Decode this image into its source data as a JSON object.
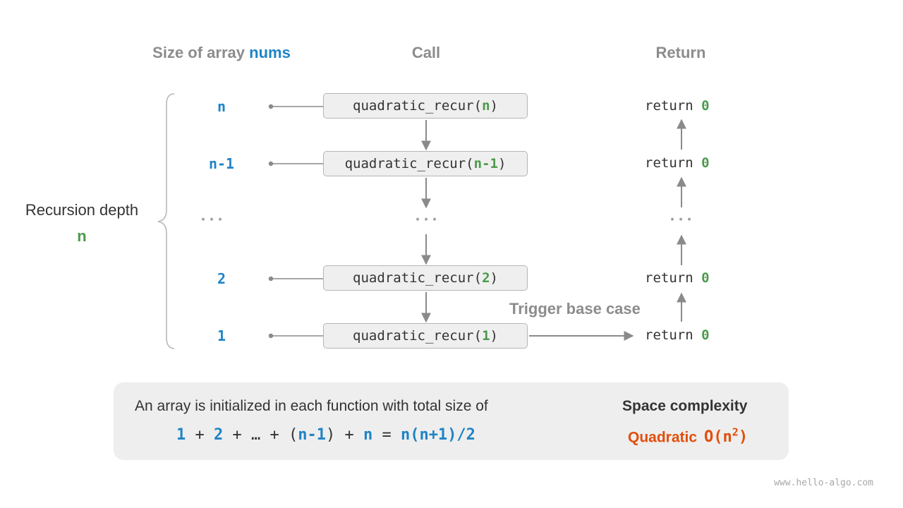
{
  "headers": {
    "size_prefix": "Size of array",
    "size_var": "nums",
    "call": "Call",
    "return": "Return"
  },
  "depth": {
    "label": "Recursion depth",
    "value": "n"
  },
  "rows": [
    {
      "size": "n",
      "call_fn": "quadratic_recur(",
      "call_arg": "n",
      "call_close": ")",
      "ret_kw": "return",
      "ret_val": "0"
    },
    {
      "size": "n-1",
      "call_fn": "quadratic_recur(",
      "call_arg": "n-1",
      "call_close": ")",
      "ret_kw": "return",
      "ret_val": "0"
    },
    {
      "size": "···",
      "call": "···",
      "ret": "···"
    },
    {
      "size": "2",
      "call_fn": "quadratic_recur(",
      "call_arg": "2",
      "call_close": ")",
      "ret_kw": "return",
      "ret_val": "0"
    },
    {
      "size": "1",
      "call_fn": "quadratic_recur(",
      "call_arg": "1",
      "call_close": ")",
      "ret_kw": "return",
      "ret_val": "0"
    }
  ],
  "trigger_label": "Trigger base case",
  "summary": {
    "text": "An array is initialized in each function with total size of",
    "formula": {
      "t1": "1",
      "p1": " + ",
      "t2": "2",
      "p2": " + … + (",
      "t3": "n-1",
      "p3": ") + ",
      "t4": "n",
      "p4": " = ",
      "t5": "n(n+1)/2"
    },
    "complexity_title": "Space complexity",
    "complexity_name": "Quadratic",
    "complexity_notation_base": "O(n",
    "complexity_notation_exp": "2",
    "complexity_notation_close": ")"
  },
  "colors": {
    "blue": "#1f84c6",
    "green": "#4a9a4a",
    "orange": "#e24e0c",
    "gray_text": "#8c8c8c",
    "arrow": "#8a8a8a",
    "box_fill": "#efefef",
    "summary_fill": "#eeeeee"
  },
  "watermark": "www.hello-algo.com"
}
